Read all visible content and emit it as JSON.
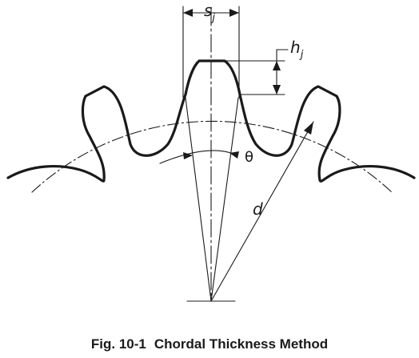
{
  "labels": {
    "chordal_thickness": "s",
    "chordal_thickness_subscript": "j",
    "chordal_addendum": "h",
    "chordal_addendum_subscript": "j",
    "angle": "θ",
    "diameter": "d"
  },
  "caption": {
    "figure_number": "Fig. 10-1",
    "title": "Chordal Thickness Method"
  },
  "colors": {
    "ink": "#1a1a1a",
    "background": "#ffffff"
  }
}
